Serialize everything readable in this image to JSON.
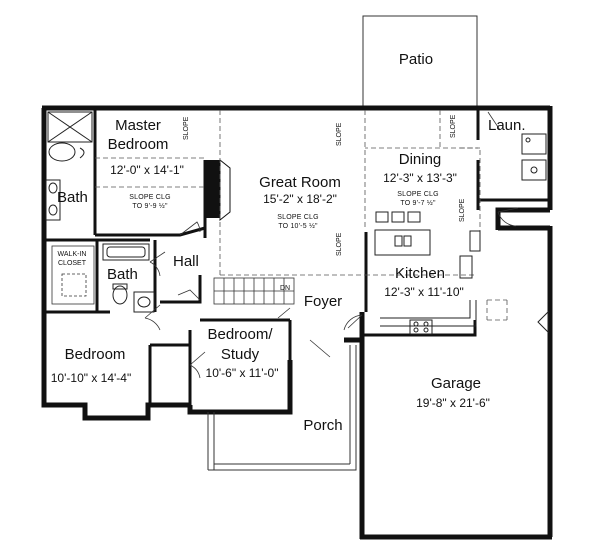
{
  "rooms": {
    "patio": {
      "name": "Patio"
    },
    "master": {
      "name": "Master Bedroom",
      "line1": "Master",
      "line2": "Bedroom",
      "dims": "12'-0\" x 14'-1\"",
      "slope_note_1": "SLOPE CLG",
      "slope_note_2": "TO 9'-9 ½\""
    },
    "great_room": {
      "name": "Great Room",
      "dims": "15'-2\" x 18'-2\"",
      "slope_note_1": "SLOPE CLG",
      "slope_note_2": "TO 10'-5 ½\""
    },
    "dining": {
      "name": "Dining",
      "dims": "12'-3\" x 13'-3\"",
      "slope_note_1": "SLOPE CLG",
      "slope_note_2": "TO 9'-7 ½\""
    },
    "laundry": {
      "name": "Laun."
    },
    "master_bath": {
      "name": "Bath"
    },
    "closet": {
      "line1": "WALK-IN",
      "line2": "CLOSET"
    },
    "bath2": {
      "name": "Bath"
    },
    "hall": {
      "name": "Hall"
    },
    "kitchen": {
      "name": "Kitchen",
      "dims": "12'-3\" x 11'-10\""
    },
    "foyer": {
      "name": "Foyer"
    },
    "study": {
      "line1": "Bedroom/",
      "line2": "Study",
      "dims": "10'-6\" x 11'-0\""
    },
    "bedroom": {
      "name": "Bedroom",
      "dims": "10'-10\" x 14'-4\""
    },
    "garage": {
      "name": "Garage",
      "dims": "19'-8\" x 21'-6\""
    },
    "porch": {
      "name": "Porch"
    }
  },
  "annotations": {
    "slope": "SLOPE",
    "down": "DN"
  }
}
